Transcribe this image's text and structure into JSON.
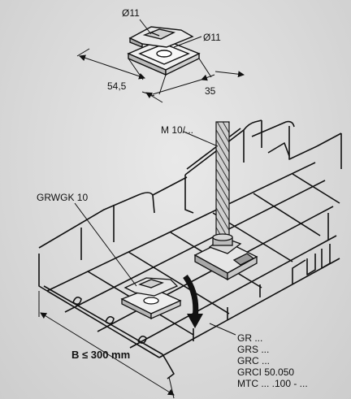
{
  "labels": {
    "dia_top": "Ø11",
    "dia_right": "Ø11",
    "width": "54,5",
    "depth": "35",
    "rod": "M 10/...",
    "clamp": "GRWGK 10",
    "tray_width": "B ≤ 300 mm"
  },
  "tray_types": [
    "GR ...",
    "GRS ...",
    "GRC ...",
    "GRCI 50.050",
    "MTC ... .100 - ..."
  ],
  "colors": {
    "background": "#dadada",
    "line": "#111111",
    "metal": "#8a8a8a"
  }
}
